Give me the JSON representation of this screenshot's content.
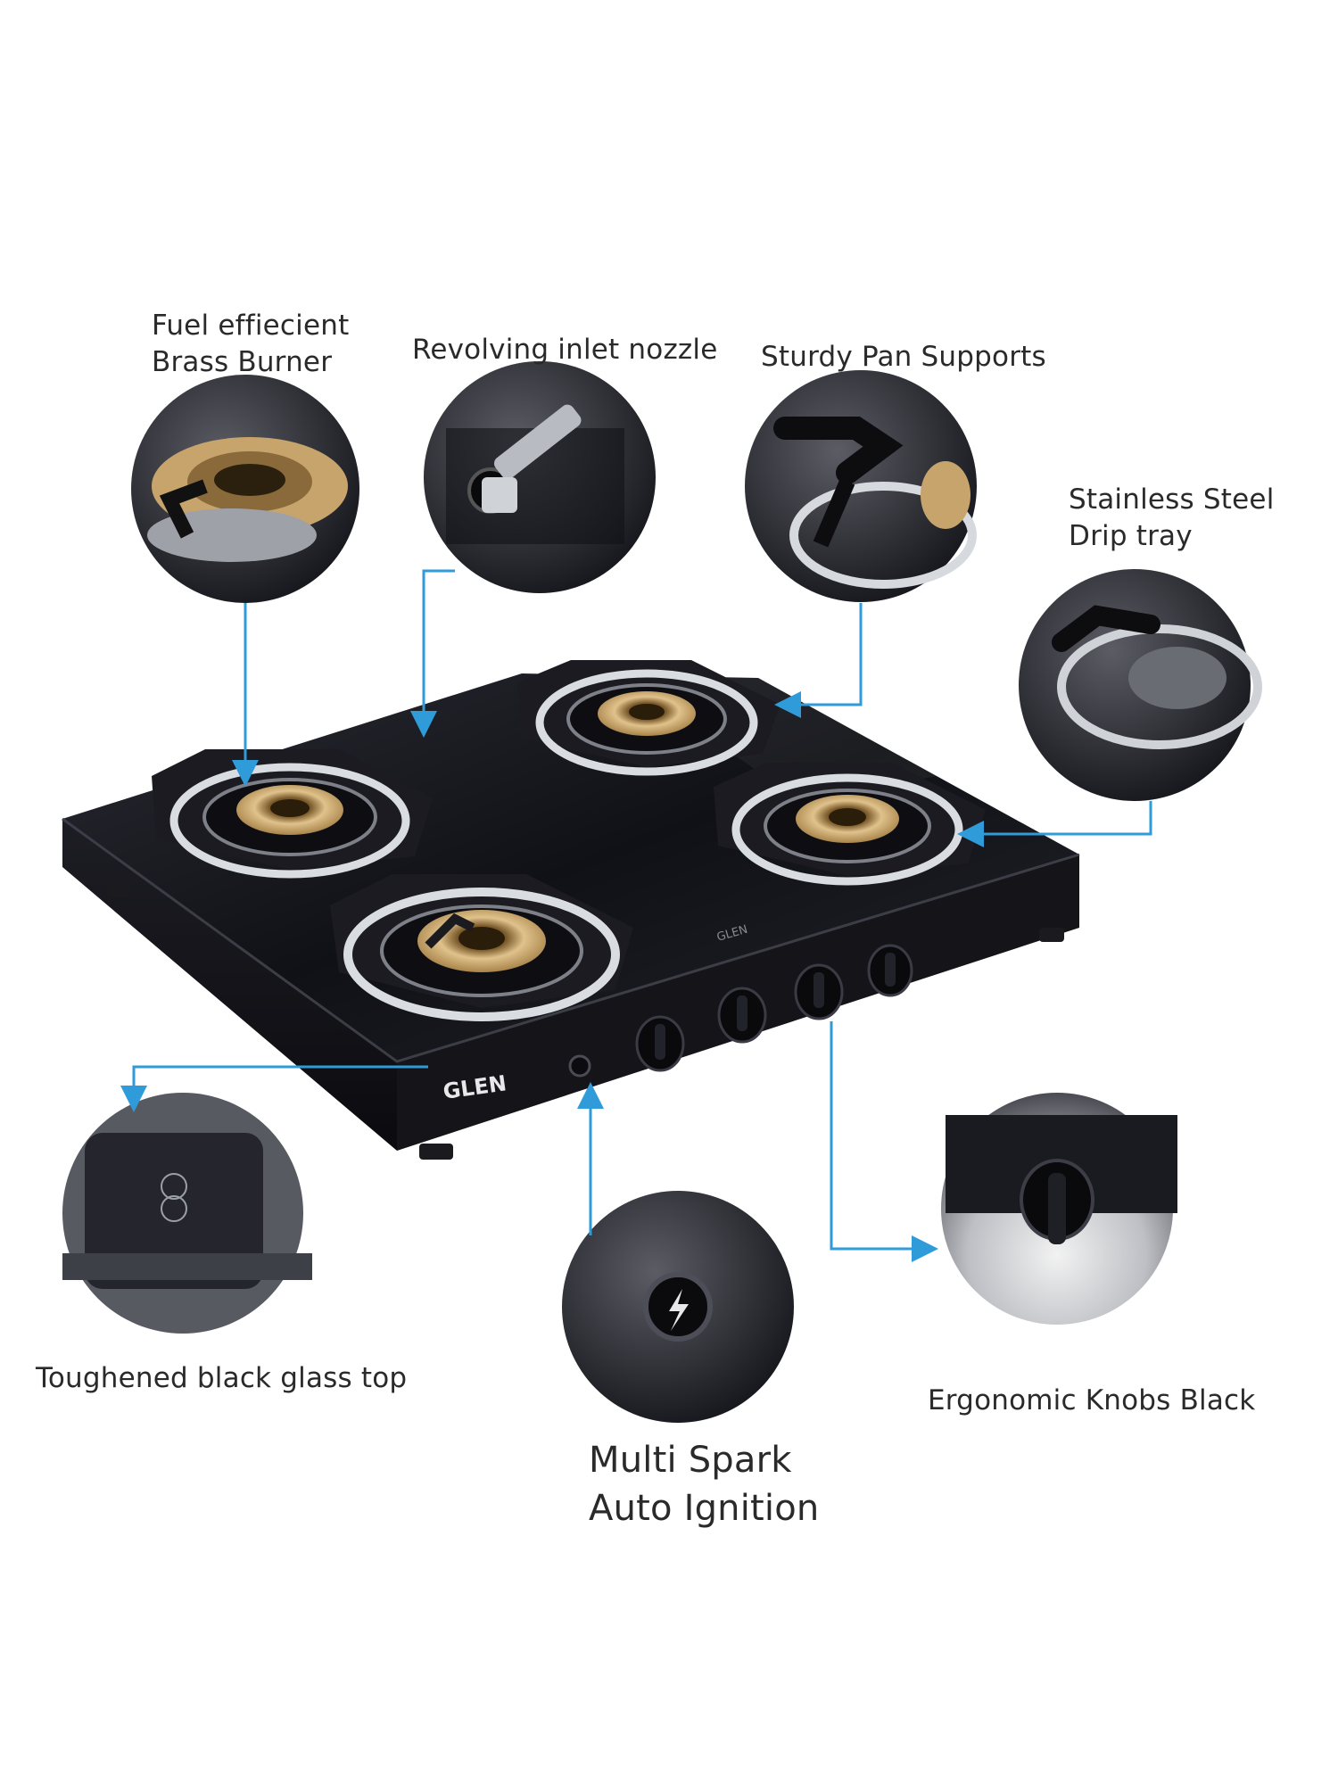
{
  "brand": {
    "name": "GLEN"
  },
  "features": [
    {
      "id": "brass-burner",
      "lines": [
        "Fuel effiecient",
        "Brass Burner"
      ]
    },
    {
      "id": "inlet-nozzle",
      "lines": [
        "Revolving inlet nozzle"
      ]
    },
    {
      "id": "pan-supports",
      "lines": [
        "Sturdy Pan Supports"
      ]
    },
    {
      "id": "drip-tray",
      "lines": [
        "Stainless Steel",
        "Drip tray"
      ]
    },
    {
      "id": "glass-top",
      "lines": [
        "Toughened black glass top"
      ]
    },
    {
      "id": "auto-ignition",
      "lines": [
        "Multi Spark",
        "Auto Ignition"
      ]
    },
    {
      "id": "knobs",
      "lines": [
        "Ergonomic Knobs Black"
      ]
    }
  ],
  "colors": {
    "arrow": "#2f9bd8",
    "glass": "#16161d",
    "brass": "#c9a56a",
    "steel": "#c7ccd2",
    "text": "#2a2a2a"
  }
}
